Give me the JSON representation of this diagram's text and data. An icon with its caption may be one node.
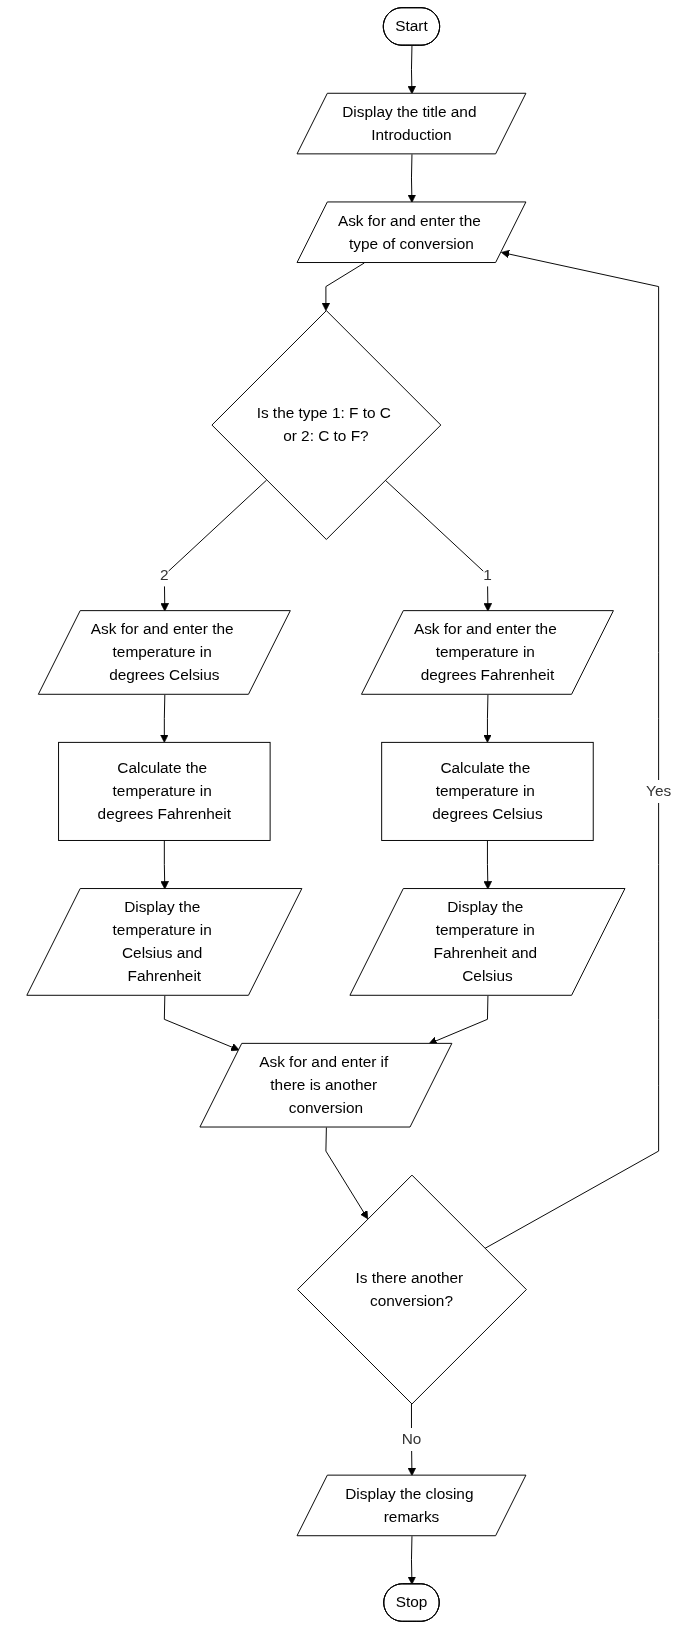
{
  "diagram": {
    "nodes": [
      {
        "text": [
          "Start"
        ]
      },
      {
        "text": [
          "Display the title and Introduction"
        ]
      },
      {
        "text": [
          "Ask for and enter the type of conversion"
        ]
      },
      {
        "text": [
          "Is the type 1: F to C or 2: C to F?"
        ]
      },
      {
        "text": [
          "Ask for and enter the temperature in degrees Fahrenheit"
        ]
      },
      {
        "text": [
          "Calculate the temperature in degrees Celsius"
        ]
      },
      {
        "text": [
          "Display the temperature in Fahrenheit and Celsius"
        ]
      },
      {
        "text": [
          "Ask for and enter the temperature in degrees Celsius"
        ]
      },
      {
        "text": [
          "Calculate the temperature in degrees Fahrenheit"
        ]
      },
      {
        "text": [
          "Display the temperature in Celsius and Fahrenheit"
        ]
      },
      {
        "text": [
          "Ask for and enter if there is another conversion"
        ]
      },
      {
        "text": [
          "Is there another conversion?"
        ]
      },
      {
        "text": [
          "Display the closing remarks"
        ]
      },
      {
        "text": [
          "Stop"
        ]
      }
    ],
    "edges": [
      {
        "from": 0,
        "to": 1,
        "arrow": "to"
      },
      {
        "from": 1,
        "to": 2,
        "arrow": "to"
      },
      {
        "from": 2,
        "to": 3,
        "arrow": "to"
      },
      {
        "from": 3,
        "to": 4,
        "label": "1",
        "arrow": "to"
      },
      {
        "from": 4,
        "to": 5,
        "arrow": "to"
      },
      {
        "from": 5,
        "to": 6,
        "arrow": "to"
      },
      {
        "from": 3,
        "to": 7,
        "label": "2",
        "arrow": "to"
      },
      {
        "from": 7,
        "to": 8,
        "arrow": "to"
      },
      {
        "from": 8,
        "to": 9,
        "arrow": "to"
      },
      {
        "from": 9,
        "to": 10,
        "arrow": "to"
      },
      {
        "from": 6,
        "to": 10,
        "arrow": "to"
      },
      {
        "from": 10,
        "to": 11,
        "arrow": "to"
      },
      {
        "from": 11,
        "to": 2,
        "label": "Yes",
        "arrow": "to"
      },
      {
        "from": 11,
        "to": 12,
        "label": "No",
        "arrow": "to"
      },
      {
        "from": 12,
        "to": 13,
        "arrow": "to"
      }
    ]
  }
}
